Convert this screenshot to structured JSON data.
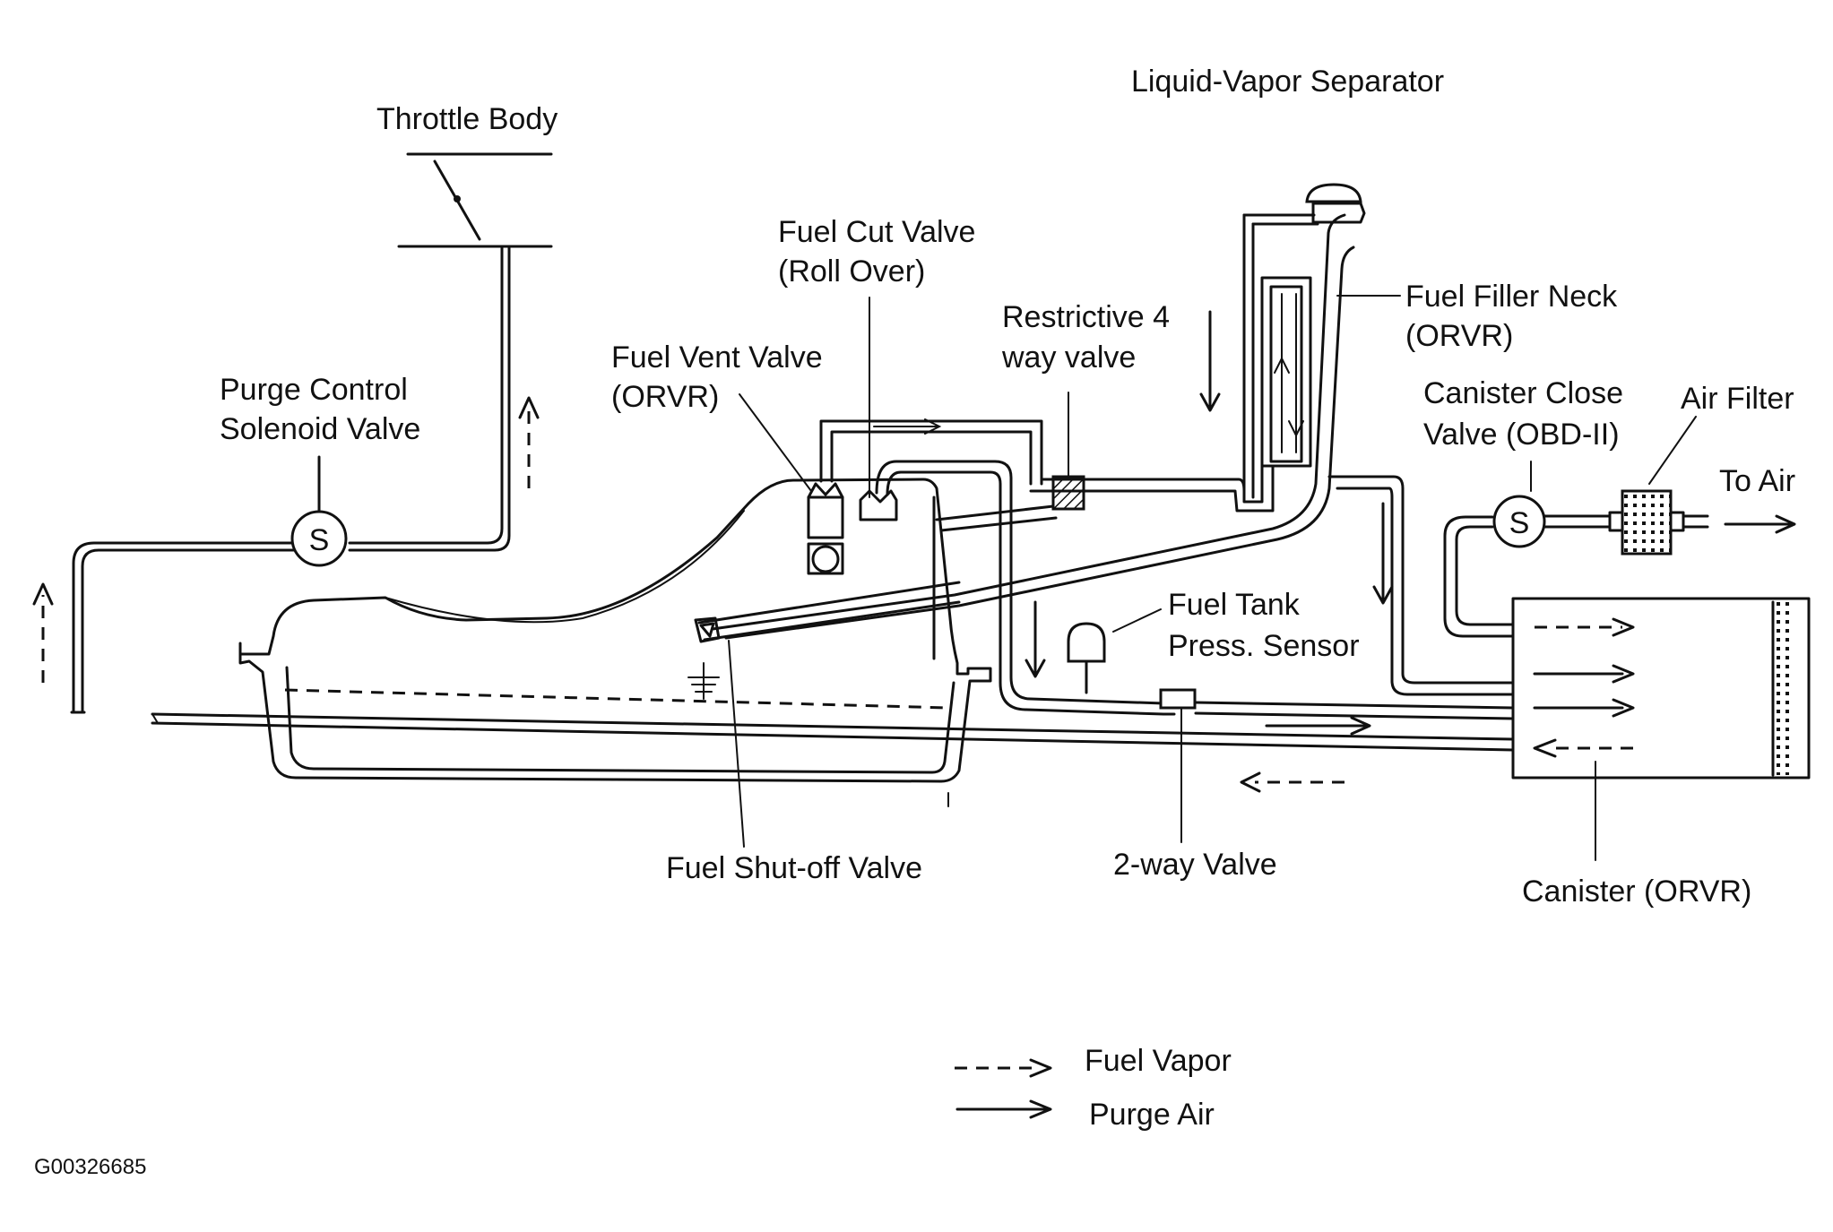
{
  "labels": {
    "throttle_body": "Throttle Body",
    "purge_valve_line1": "Purge Control",
    "purge_valve_line2": "Solenoid Valve",
    "solenoid_symbol": "S",
    "fuel_cut_line1": "Fuel Cut Valve",
    "fuel_cut_line2": "(Roll Over)",
    "fuel_vent_line1": "Fuel Vent Valve",
    "fuel_vent_line2": "(ORVR)",
    "restrictive_line1": "Restrictive 4",
    "restrictive_line2": "way valve",
    "separator": "Liquid-Vapor Separator",
    "filler_neck_line1": "Fuel Filler Neck",
    "filler_neck_line2": "(ORVR)",
    "canister_close_line1": "Canister Close",
    "canister_close_line2": "Valve (OBD-II)",
    "air_filter": "Air Filter",
    "to_air": "To Air",
    "tank_sensor_line1": "Fuel Tank",
    "tank_sensor_line2": "Press. Sensor",
    "shutoff_valve": "Fuel Shut-off Valve",
    "two_way_valve": "2-way Valve",
    "canister": "Canister (ORVR)"
  },
  "legend": {
    "fuel_vapor": "Fuel Vapor",
    "purge_air": "Purge Air"
  },
  "figure_code": "G00326685"
}
